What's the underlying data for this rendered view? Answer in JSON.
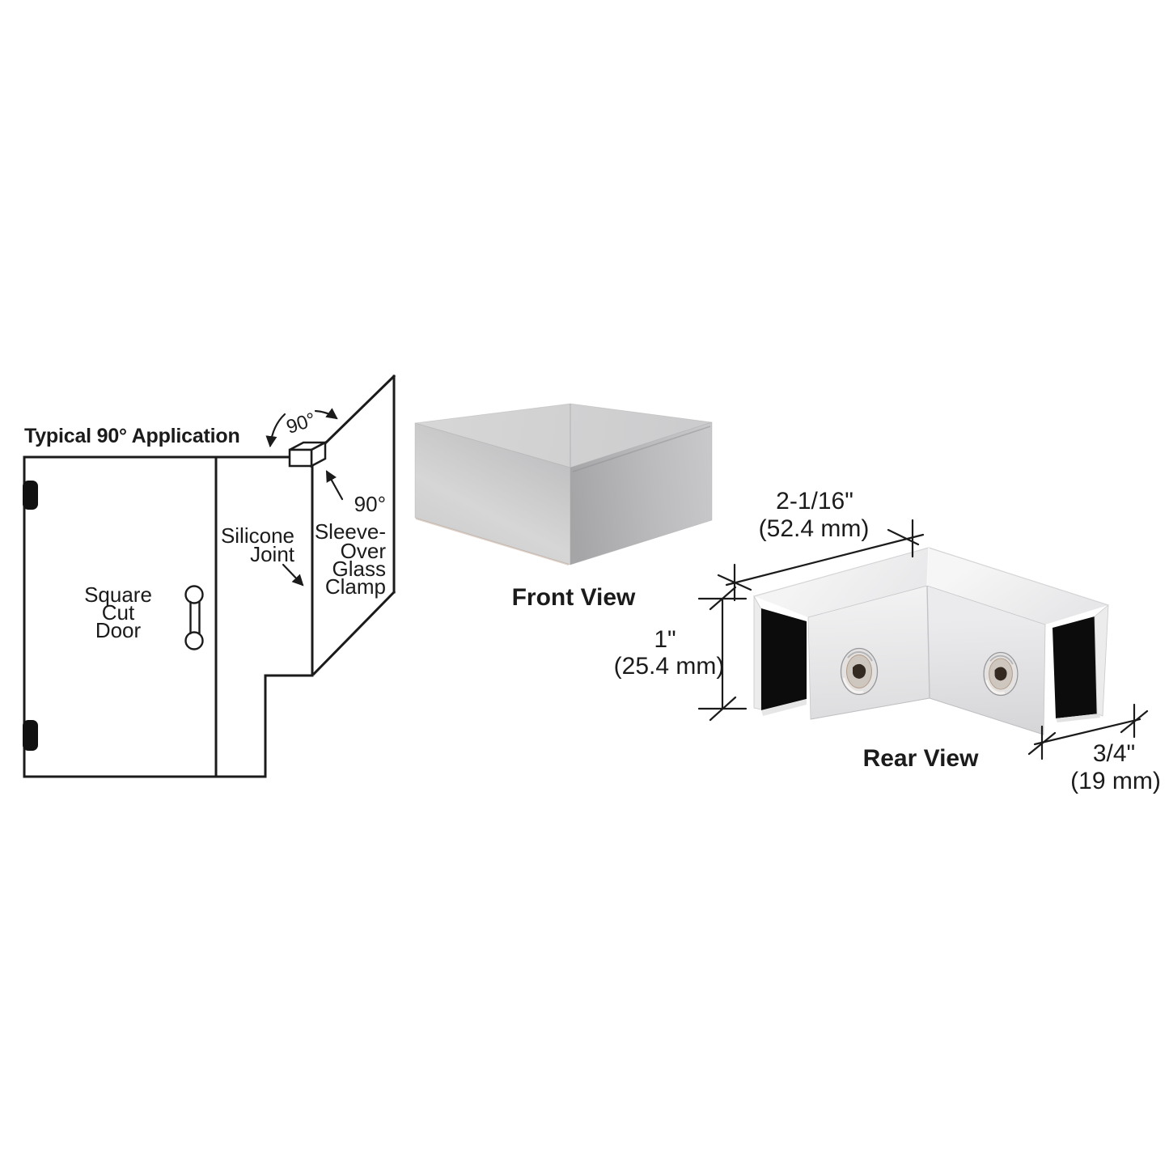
{
  "application_diagram": {
    "title": "Typical 90° Application",
    "angle_label": "90°",
    "door_label": [
      "Square",
      "Cut",
      "Door"
    ],
    "joint_label": [
      "Silicone",
      "Joint"
    ],
    "clamp_label": [
      "90°",
      "Sleeve-",
      "Over",
      "Glass",
      "Clamp"
    ]
  },
  "front_view": {
    "label": "Front View"
  },
  "rear_view": {
    "label": "Rear View",
    "dim_width_in": "2-1/16\"",
    "dim_width_mm": "(52.4 mm)",
    "dim_height_in": "1\"",
    "dim_height_mm": "(25.4 mm)",
    "dim_depth_in": "3/4\"",
    "dim_depth_mm": "(19 mm)"
  },
  "colors": {
    "line": "#1b1b1b",
    "metal_light": "#f2f2f3",
    "metal_mid": "#c7c7c9",
    "metal_dark": "#a6a6a9",
    "glass_slot": "#0c0c0c",
    "background": "#ffffff"
  }
}
